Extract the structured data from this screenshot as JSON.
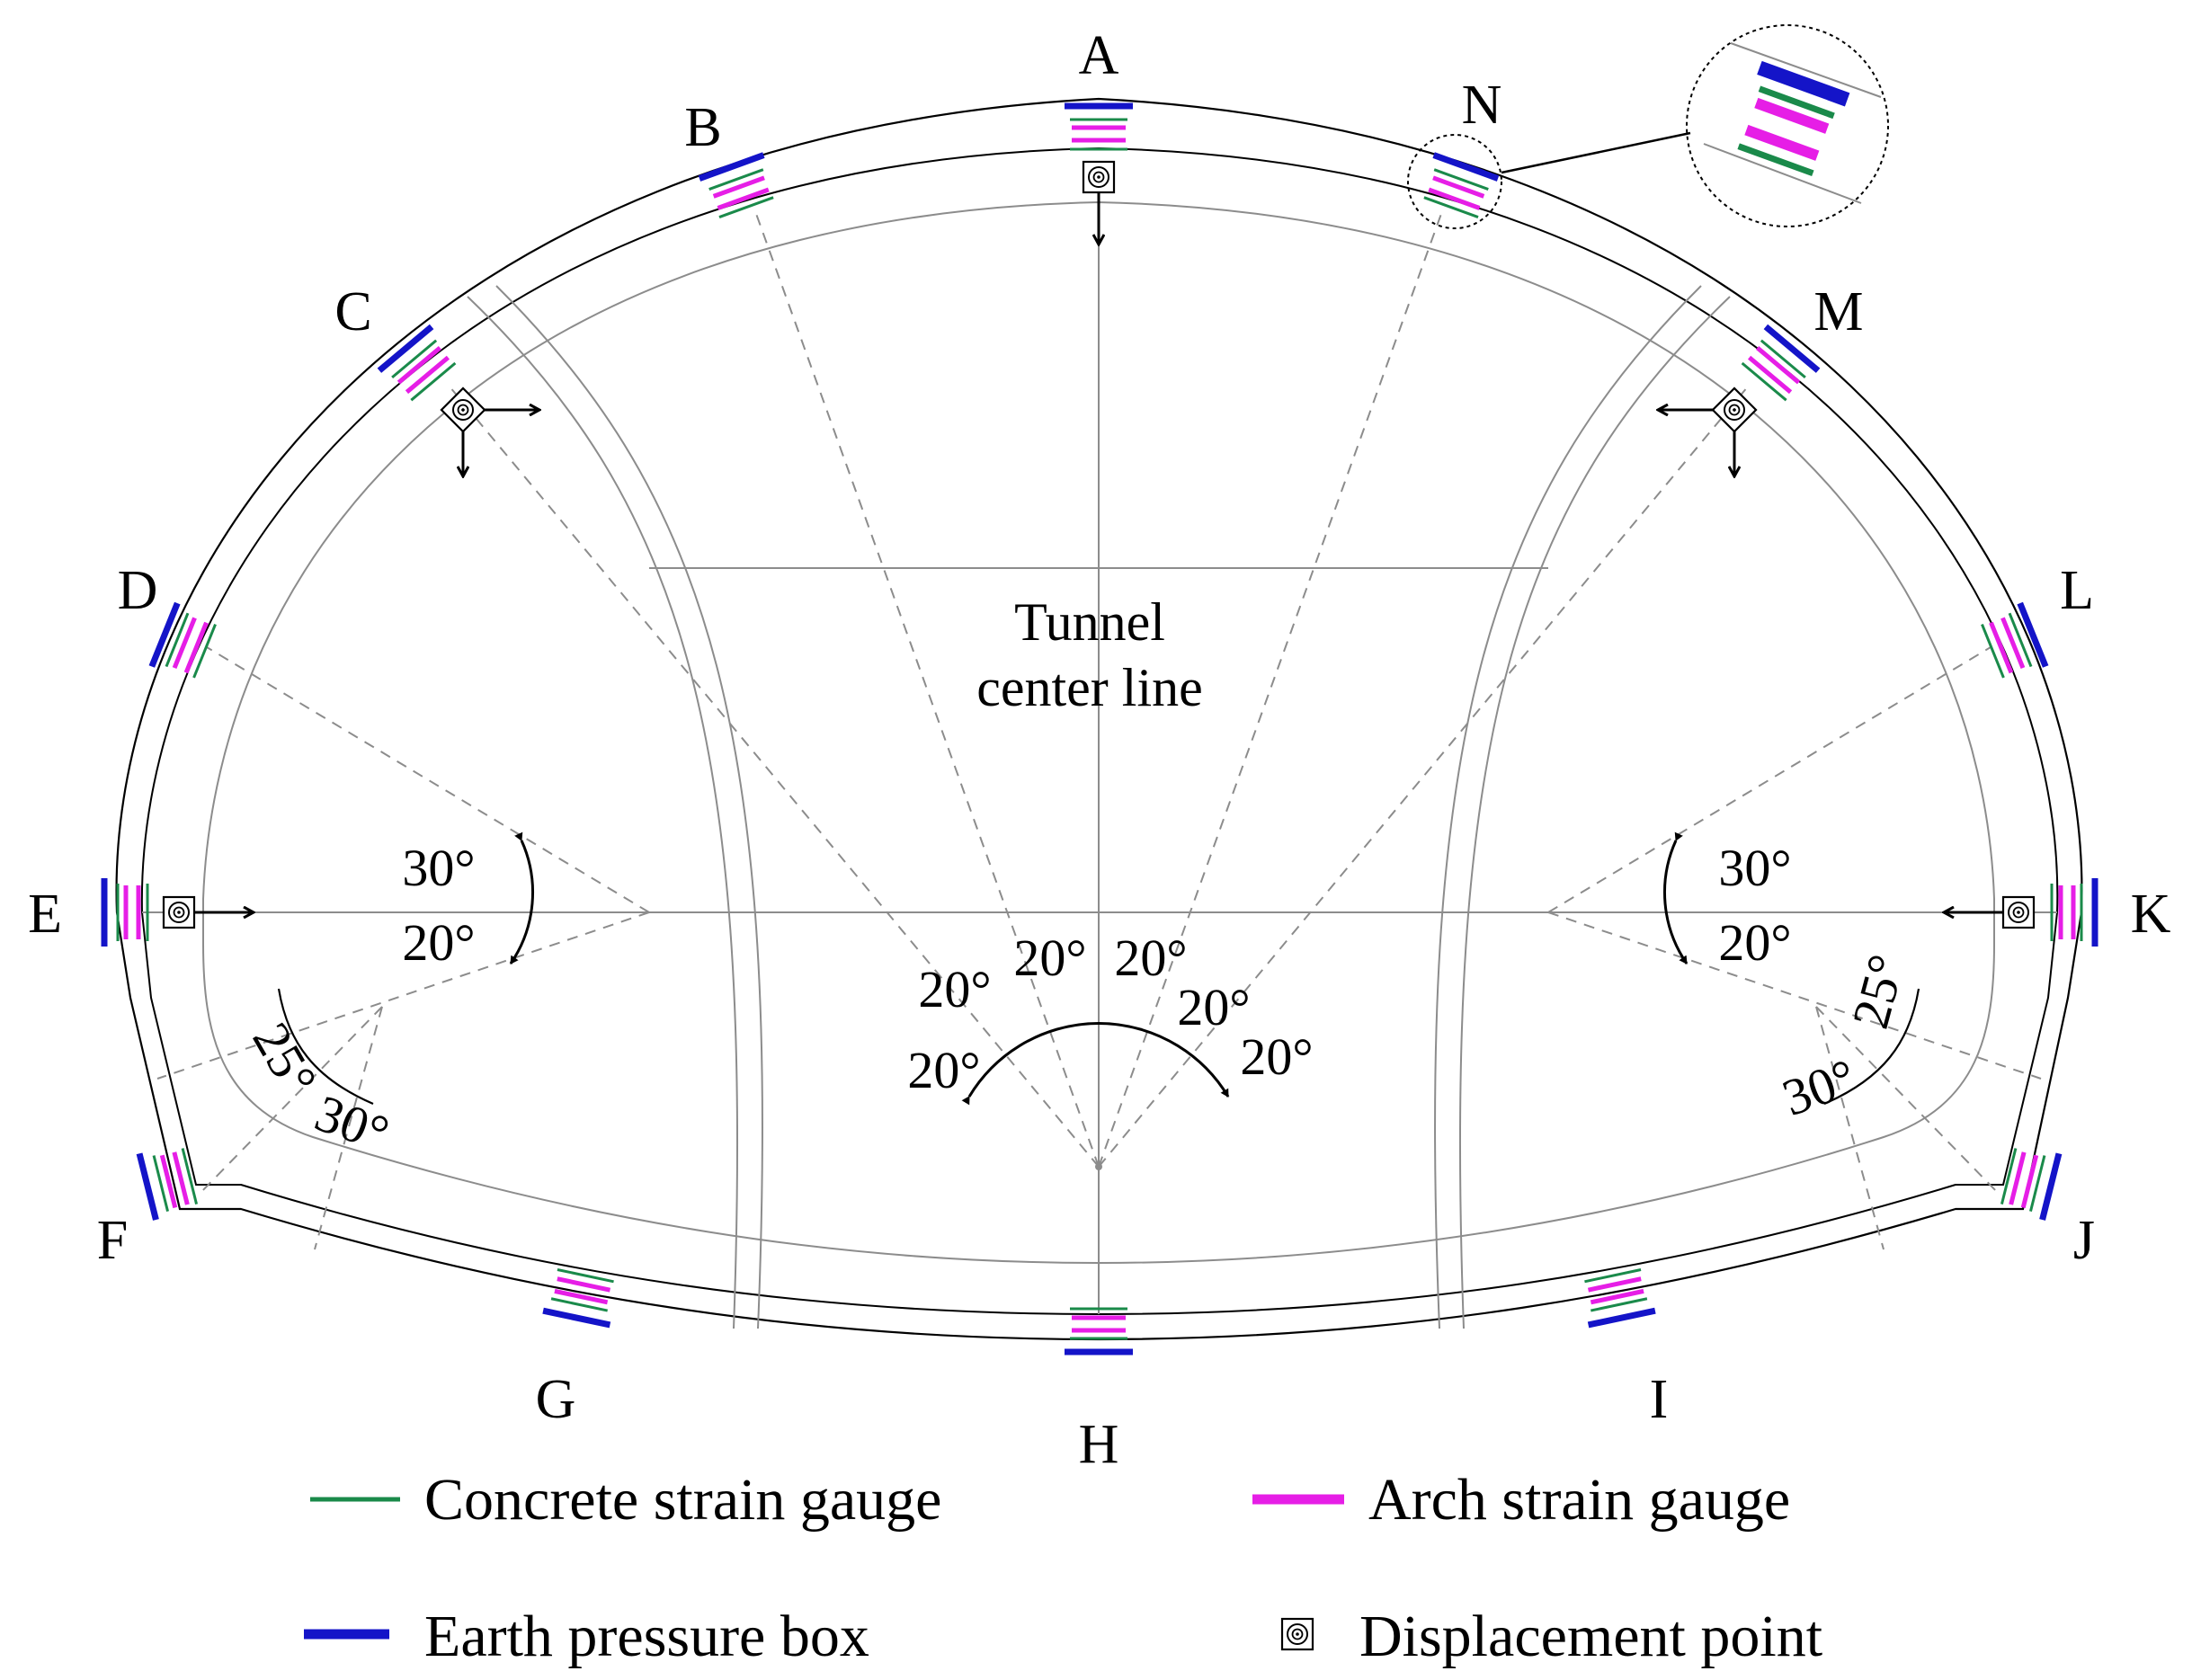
{
  "points": {
    "A": "A",
    "B": "B",
    "C": "C",
    "D": "D",
    "E": "E",
    "F": "F",
    "G": "G",
    "H": "H",
    "I": "I",
    "J": "J",
    "K": "K",
    "L": "L",
    "M": "M",
    "N": "N"
  },
  "center_line": {
    "line1": "Tunnel",
    "line2": "center line"
  },
  "angles": {
    "left_30": "30°",
    "left_20": "20°",
    "right_30": "30°",
    "right_20": "20°",
    "bottom_1": "20°",
    "bottom_2": "20°",
    "bottom_3": "20°",
    "bottom_4": "20°",
    "bottom_5": "20°",
    "bottom_6": "20°",
    "left_25": "25°",
    "left_30b": "30°",
    "right_25": "25°",
    "right_30b": "30°"
  },
  "legend": {
    "concrete": "Concrete strain gauge",
    "arch": "Arch strain gauge",
    "earth": "Earth pressure box",
    "displacement": "Displacement point"
  },
  "colors": {
    "concrete_strain_gauge": "#1a8a4a",
    "arch_strain_gauge": "#e61ee6",
    "earth_pressure_box": "#1414c8"
  }
}
